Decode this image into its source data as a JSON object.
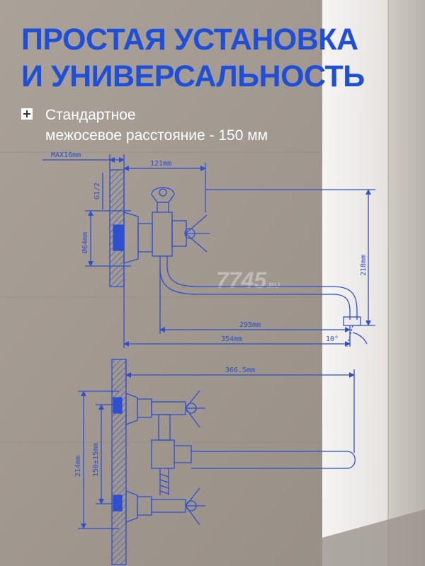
{
  "colors": {
    "accent": "#1f4fd8",
    "line": "#2d4fd0",
    "background": "#a49b92",
    "text_on_bg": "#ffffff"
  },
  "heading": {
    "line1": "ПРОСТАЯ УСТАНОВКА",
    "line2": "И УНИВЕРСАЛЬНОСТЬ"
  },
  "bullet": {
    "icon": "plus-icon",
    "line1": "Стандартное",
    "line2": "межосевое расстояние - 150 мм"
  },
  "watermark": {
    "main": "7745",
    "suffix": ".RU"
  },
  "dimensions": {
    "max_thickness": "MAX16mm",
    "thread": "G1/2",
    "spout_offset": "121mm",
    "flange_diameter": "Ø64mm",
    "height": "218mm",
    "spout_reach": "295mm",
    "total_reach": "354mm",
    "angle": "10°",
    "long_spout": "366.5mm",
    "total_height": "214mm",
    "center_distance": "150±15mm"
  }
}
